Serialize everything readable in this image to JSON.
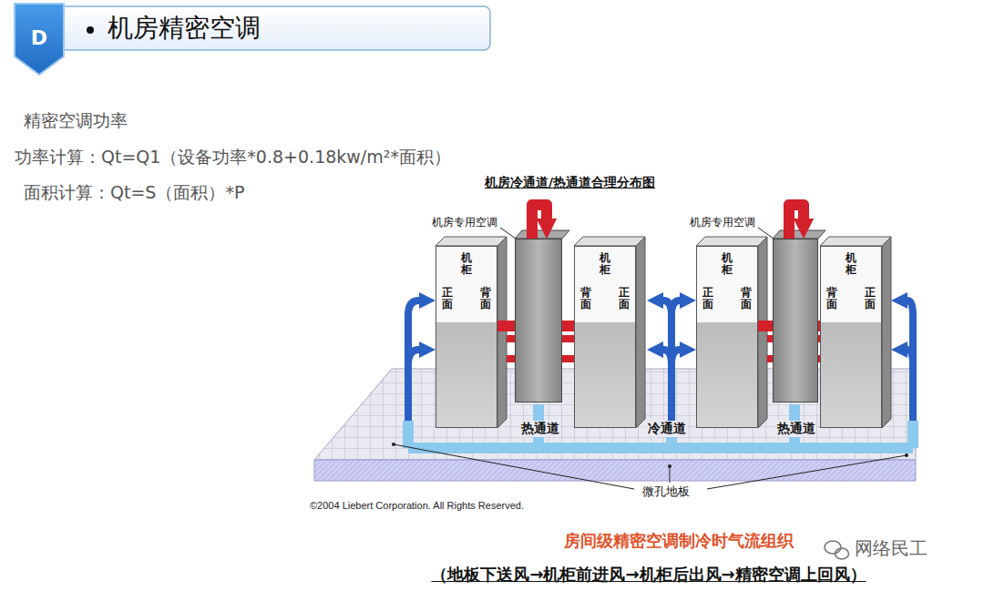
{
  "diagram": {
    "title": "机房精密空调",
    "caption": "房间级精密空调制冷时气流组织",
    "nodes": [
      {
        "text": [
          "机柜",
          "正面",
          "背面"
        ]
      },
      {
        "text": [
          "机房专用空调"
        ]
      },
      {
        "text": [
          "机柜",
          "背面",
          "正面"
        ]
      },
      {
        "text": [
          "机柜",
          "正面",
          "背面"
        ]
      },
      {
        "text": [
          "机房专用空调"
        ]
      },
      {
        "text": [
          "机柜",
          "背面",
          "正面"
        ]
      }
    ],
    "edges": [
      {
        "from": 0,
        "to": 1,
        "arrow": "to"
      },
      {
        "from": 2,
        "to": 1,
        "arrow": "to"
      },
      {
        "from": 3,
        "to": 4,
        "arrow": "to"
      },
      {
        "from": 5,
        "to": 4,
        "arrow": "to"
      }
    ],
    "labels": [
      "D",
      "精密空调功率",
      "功率计算：Qt=Q1（设备功率*0.8+0.18kw/m²*面积）",
      "面积计算：Qt=S（面积）*P",
      "机房冷通道/热通道合理分布图",
      "热通道",
      "冷通道",
      "热通道",
      "微孔地板",
      "©2004 Liebert Corporation. All Rights Reserved.",
      "（地板下送风→机柜前进风→机柜后出风→精密空调上回风）",
      "网络民工"
    ]
  }
}
